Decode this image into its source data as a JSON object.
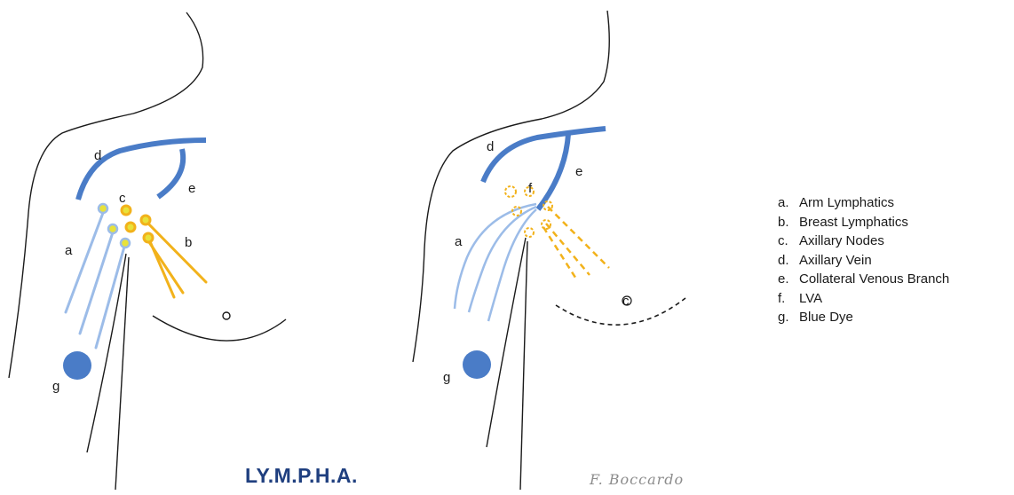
{
  "colors": {
    "outline": "#1a1a1a",
    "vein": "#4a7cc7",
    "arm_lymphatics": "#9cbce8",
    "breast_lymphatics": "#f2b21b",
    "node_ring": "#e8e23a",
    "blue_dye": "#4a7cc7",
    "brand": "#1f3f7f",
    "signature": "#8c8c8c"
  },
  "left_panel": {
    "labels": {
      "a": "a",
      "b": "b",
      "c": "c",
      "d": "d",
      "e": "e",
      "g": "g"
    }
  },
  "right_panel": {
    "labels": {
      "a": "a",
      "c": "c",
      "d": "d",
      "e": "e",
      "f": "f",
      "g": "g"
    }
  },
  "legend": [
    {
      "key": "a.",
      "text": "Arm Lymphatics"
    },
    {
      "key": "b.",
      "text": "Breast Lymphatics"
    },
    {
      "key": "c.",
      "text": "Axillary Nodes"
    },
    {
      "key": "d.",
      "text": "Axillary Vein"
    },
    {
      "key": "e.",
      "text": "Collateral Venous  Branch"
    },
    {
      "key": "f.",
      "text": "LVA"
    },
    {
      "key": "g.",
      "text": "Blue Dye"
    }
  ],
  "brand": "LY.M.P.H.A.",
  "signature": "F. Boccardo"
}
